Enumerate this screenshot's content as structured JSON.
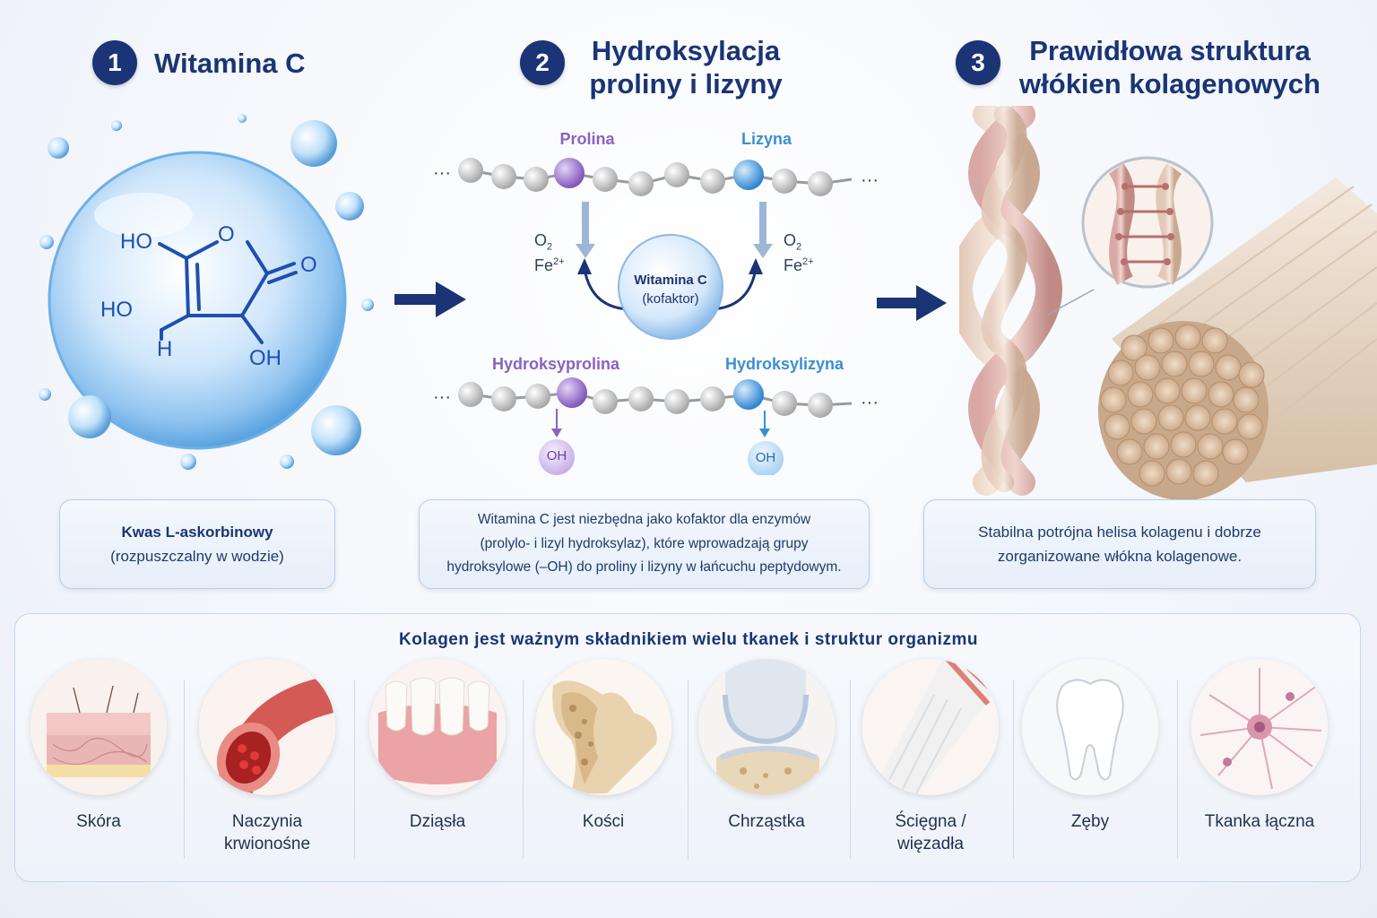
{
  "steps": [
    {
      "number": "1",
      "title": "Witamina C"
    },
    {
      "number": "2",
      "title_line1": "Hydroksylacja",
      "title_line2": "proliny i lizyny"
    },
    {
      "number": "3",
      "title_line1": "Prawidłowa struktura",
      "title_line2": "włókien kolagenowych"
    }
  ],
  "molecule": {
    "ho_top": "HO",
    "ho_left": "HO",
    "h": "H",
    "oh": "OH",
    "ring_o": "O",
    "keto_o": "O"
  },
  "box1": {
    "line1": "Kwas L-askorbinowy",
    "line2": "(rozpuszczalny w wodzie)"
  },
  "hydroxylation": {
    "prolina": "Prolina",
    "lizyna": "Lizyna",
    "hydroksyprolina": "Hydroksyprolina",
    "hydroksylizyna": "Hydroksylizyna",
    "o2": "O",
    "o2_sub": "2",
    "fe": "Fe",
    "fe_sup": "2+",
    "dots": "···",
    "cofactor_line1": "Witamina C",
    "cofactor_line2": "(kofaktor)",
    "oh_label": "OH"
  },
  "box2": {
    "line1": "Witamina C jest niezbędna jako kofaktor dla enzymów",
    "line2": "(prolylo- i lizyl hydroksylaz), które wprowadzają grupy",
    "line3": "hydroksylowe (–OH) do proliny i lizyny w łańcuchu peptydowym."
  },
  "box3": {
    "line1": "Stabilna potrójna helisa kolagenu i dobrze",
    "line2": "zorganizowane włókna kolagenowe."
  },
  "bottom": {
    "title": "Kolagen jest ważnym składnikiem wielu tkanek i struktur organizmu",
    "tissues": [
      {
        "label1": "Skóra",
        "label2": ""
      },
      {
        "label1": "Naczynia",
        "label2": "krwionośne"
      },
      {
        "label1": "Dziąsła",
        "label2": ""
      },
      {
        "label1": "Kości",
        "label2": ""
      },
      {
        "label1": "Chrząstka",
        "label2": ""
      },
      {
        "label1": "Ścięgna /",
        "label2": "więzadła"
      },
      {
        "label1": "Zęby",
        "label2": ""
      },
      {
        "label1": "Tkanka łączna",
        "label2": ""
      }
    ]
  },
  "colors": {
    "navy": "#1a3475",
    "prolina": "#8a62c2",
    "lizyna": "#3b8fd4",
    "bead": "#d8d8d8"
  }
}
